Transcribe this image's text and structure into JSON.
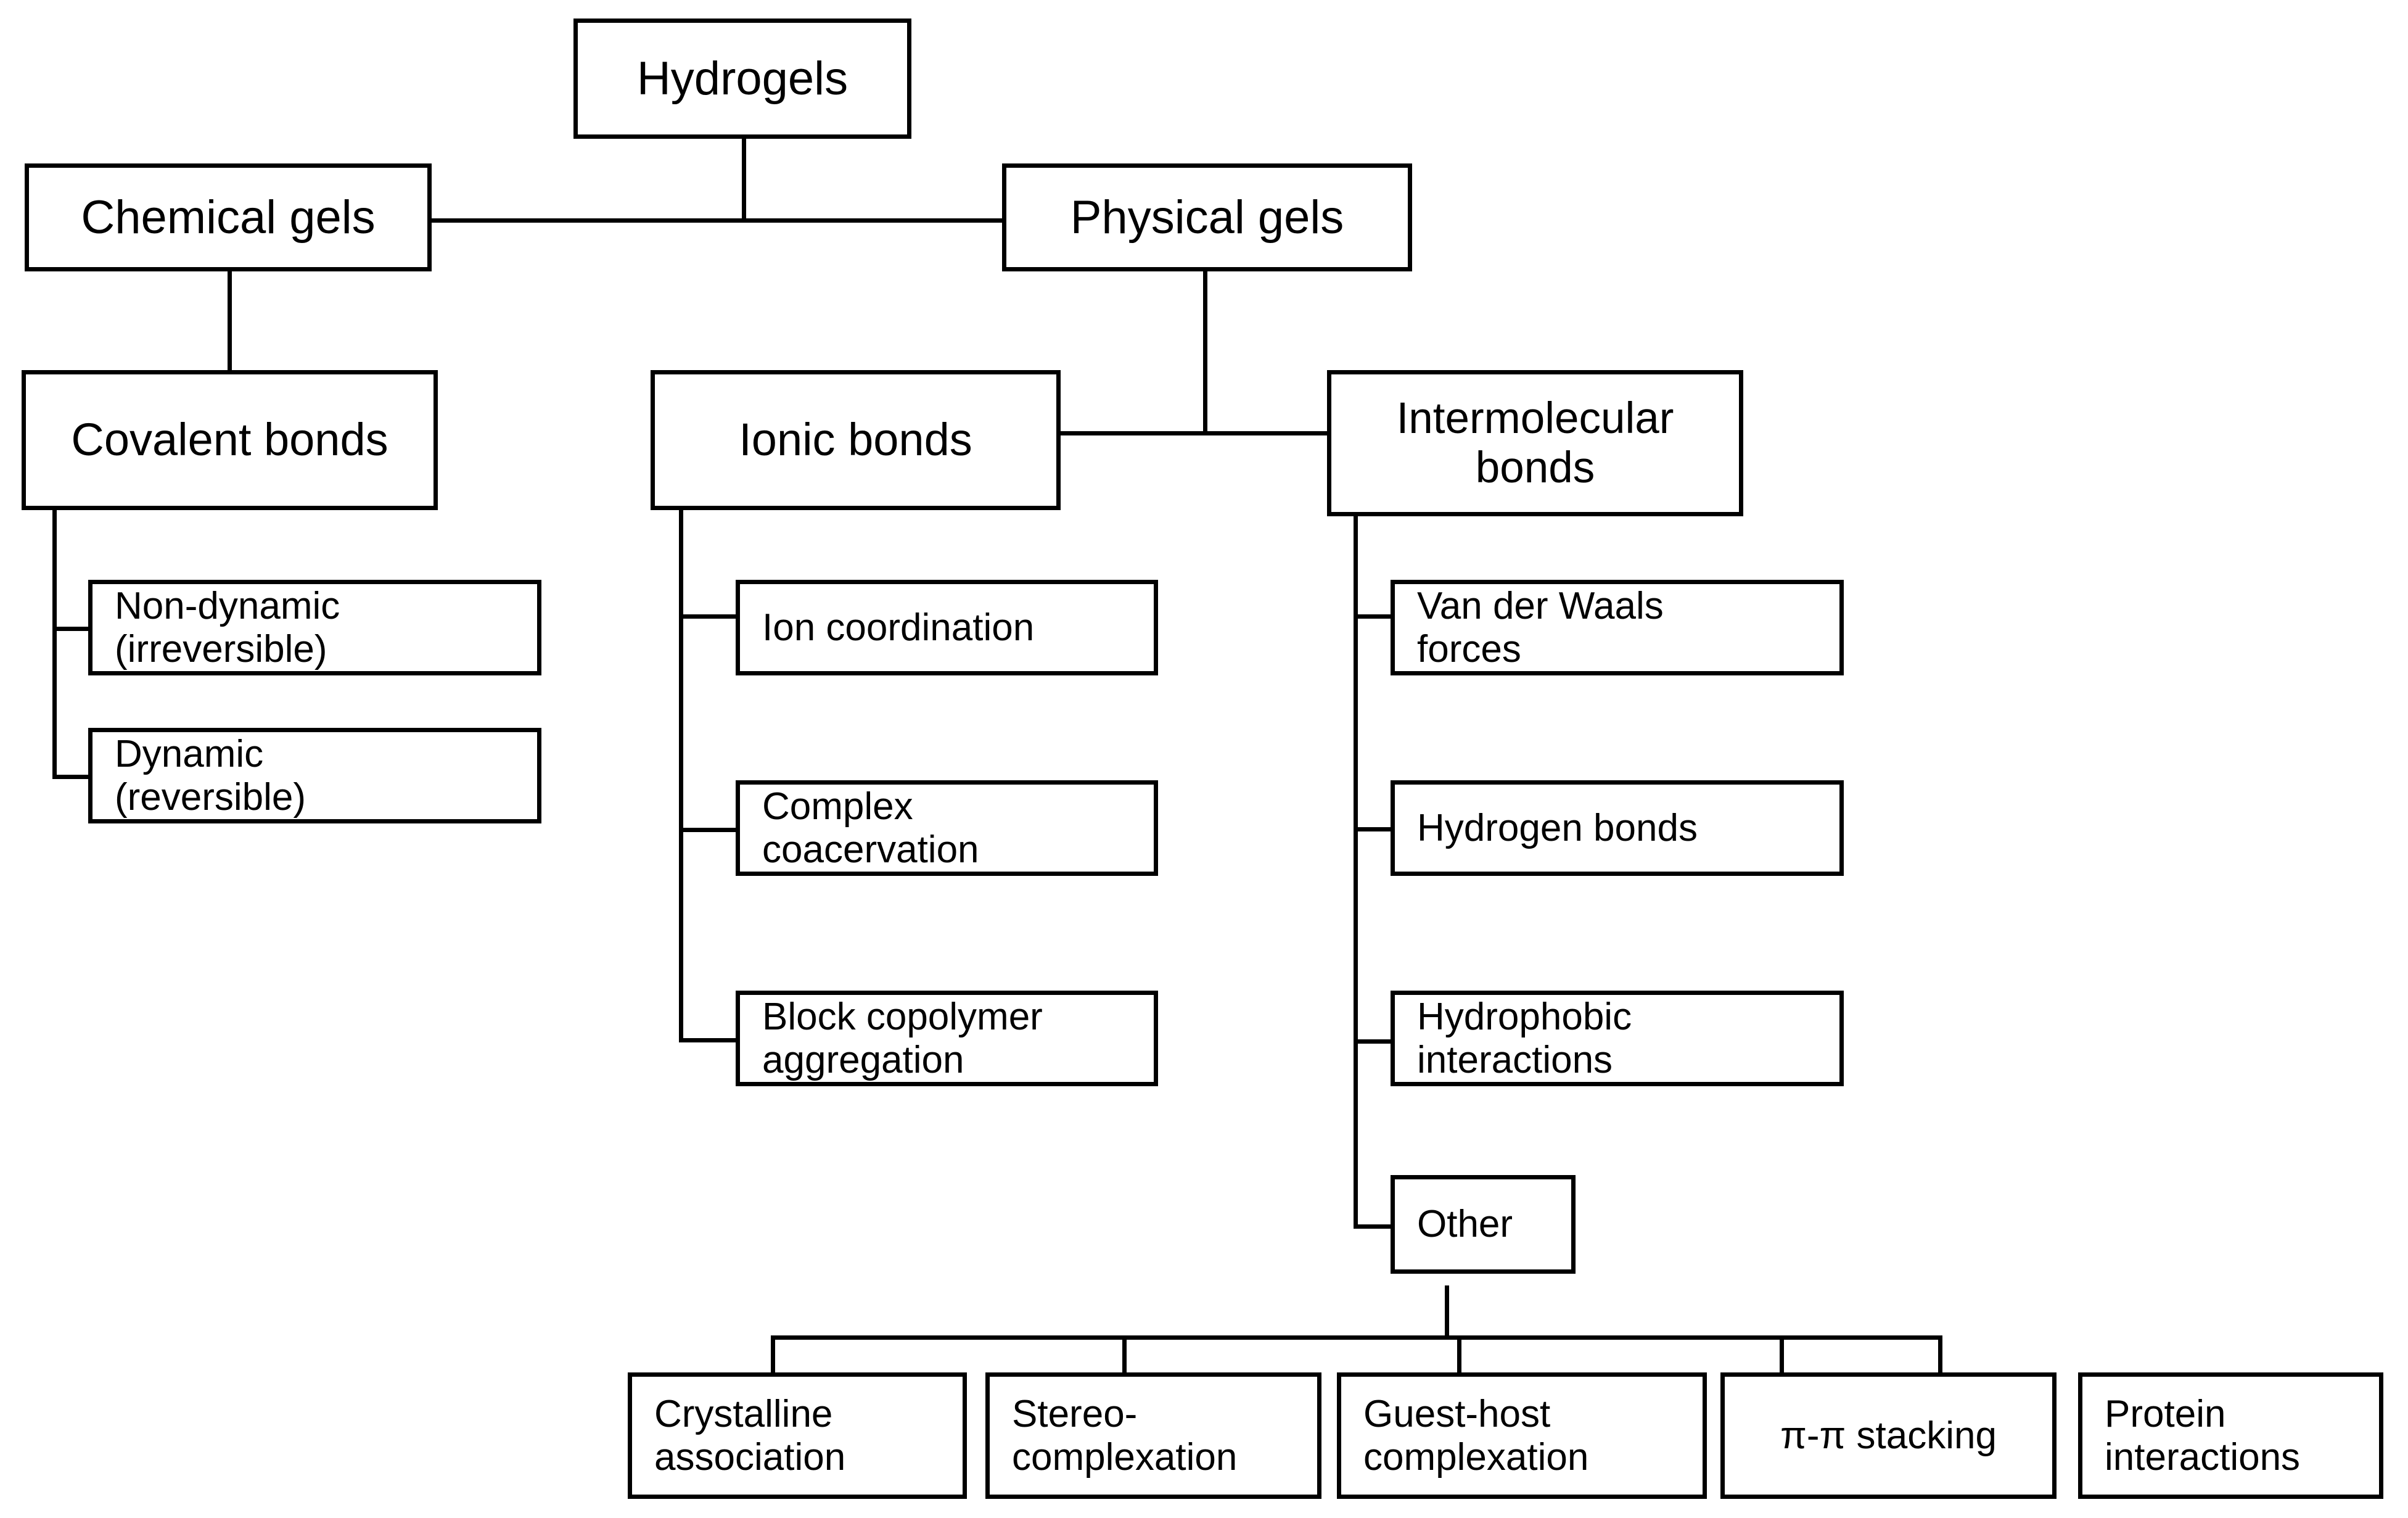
{
  "diagram": {
    "title": "Hydrogels classification tree",
    "type": "hierarchical-tree-diagram",
    "line_color": "#000000",
    "box_fill": "#ffffff",
    "text_color": "#000000"
  },
  "nodes": {
    "root": {
      "label": "Hydrogels"
    },
    "chemical_gels": {
      "label": "Chemical gels"
    },
    "physical_gels": {
      "label": "Physical gels"
    },
    "covalent_bonds": {
      "label": "Covalent bonds"
    },
    "ionic_bonds": {
      "label": "Ionic bonds"
    },
    "intermolecular_bonds": {
      "label": "Intermolecular\nbonds"
    },
    "non_dynamic": {
      "label": "Non-dynamic\n(irreversible)"
    },
    "dynamic": {
      "label": "Dynamic\n(reversible)"
    },
    "ion_coordination": {
      "label": "Ion coordination"
    },
    "complex_coacervation": {
      "label": "Complex\ncoacervation"
    },
    "block_copolymer_aggregation": {
      "label": "Block copolymer\naggregation"
    },
    "van_der_waals_forces": {
      "label": "Van der Waals\nforces"
    },
    "hydrogen_bonds": {
      "label": "Hydrogen bonds"
    },
    "hydrophobic_interactions": {
      "label": "Hydrophobic\ninteractions"
    },
    "other": {
      "label": "Other"
    },
    "crystalline_association": {
      "label": "Crystalline\nassociation"
    },
    "stereocomplexation": {
      "label": "Stereo-\ncomplexation"
    },
    "guest_host_complexation": {
      "label": "Guest-host\ncomplexation"
    },
    "pi_pi_stacking": {
      "label": "π-π stacking"
    },
    "protein_interactions": {
      "label": "Protein\ninteractions"
    }
  },
  "hierarchy": {
    "Hydrogels": [
      "Chemical gels",
      "Physical gels"
    ],
    "Chemical gels": [
      "Covalent bonds"
    ],
    "Covalent bonds": [
      "Non-dynamic (irreversible)",
      "Dynamic (reversible)"
    ],
    "Physical gels": [
      "Ionic bonds",
      "Intermolecular bonds"
    ],
    "Ionic bonds": [
      "Ion coordination",
      "Complex coacervation",
      "Block copolymer aggregation"
    ],
    "Intermolecular bonds": [
      "Van der Waals forces",
      "Hydrogen bonds",
      "Hydrophobic interactions",
      "Other"
    ],
    "Other": [
      "Crystalline association",
      "Stereo-complexation",
      "Guest-host complexation",
      "π-π stacking",
      "Protein interactions"
    ]
  }
}
